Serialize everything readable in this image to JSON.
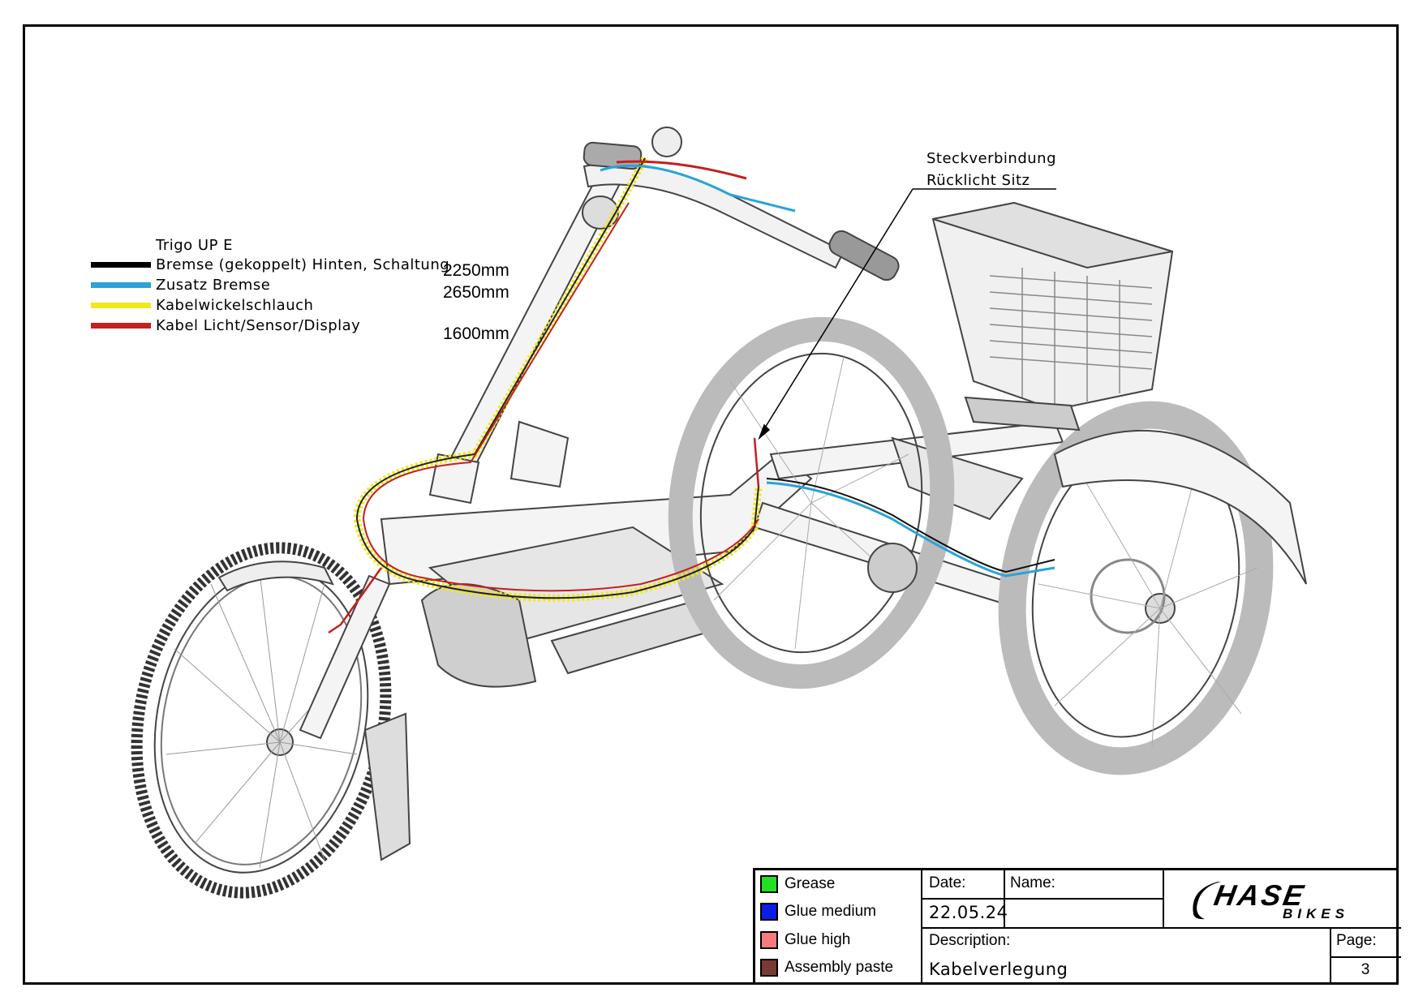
{
  "legend": {
    "title": "Trigo UP E",
    "items": [
      {
        "label": "Bremse (gekoppelt) Hinten, Schaltung",
        "color": "#000000",
        "length": "2250mm"
      },
      {
        "label": "Zusatz Bremse",
        "color": "#29a3d8",
        "length": "2650mm"
      },
      {
        "label": "Kabelwickelschlauch",
        "color": "#f2e81c",
        "length": ""
      },
      {
        "label": "Kabel Licht/Sensor/Display",
        "color": "#c61f1f",
        "length": "1600mm"
      }
    ]
  },
  "callout": {
    "line1": "Steckverbindung",
    "line2": "Rücklicht Sitz"
  },
  "title_block": {
    "materials": [
      {
        "label": "Grease",
        "color": "#22e022"
      },
      {
        "label": "Glue medium",
        "color": "#0a1ee6"
      },
      {
        "label": "Glue high",
        "color": "#f47c7c"
      },
      {
        "label": "Assembly paste",
        "color": "#7a3a32"
      }
    ],
    "date_label": "Date:",
    "date_value": "22.05.24",
    "name_label": "Name:",
    "name_value": "",
    "description_label": "Description:",
    "description_value": "Kabelverlegung",
    "page_label": "Page:",
    "page_value": "3",
    "logo_text": "HASE",
    "logo_sub": "BIKES"
  }
}
